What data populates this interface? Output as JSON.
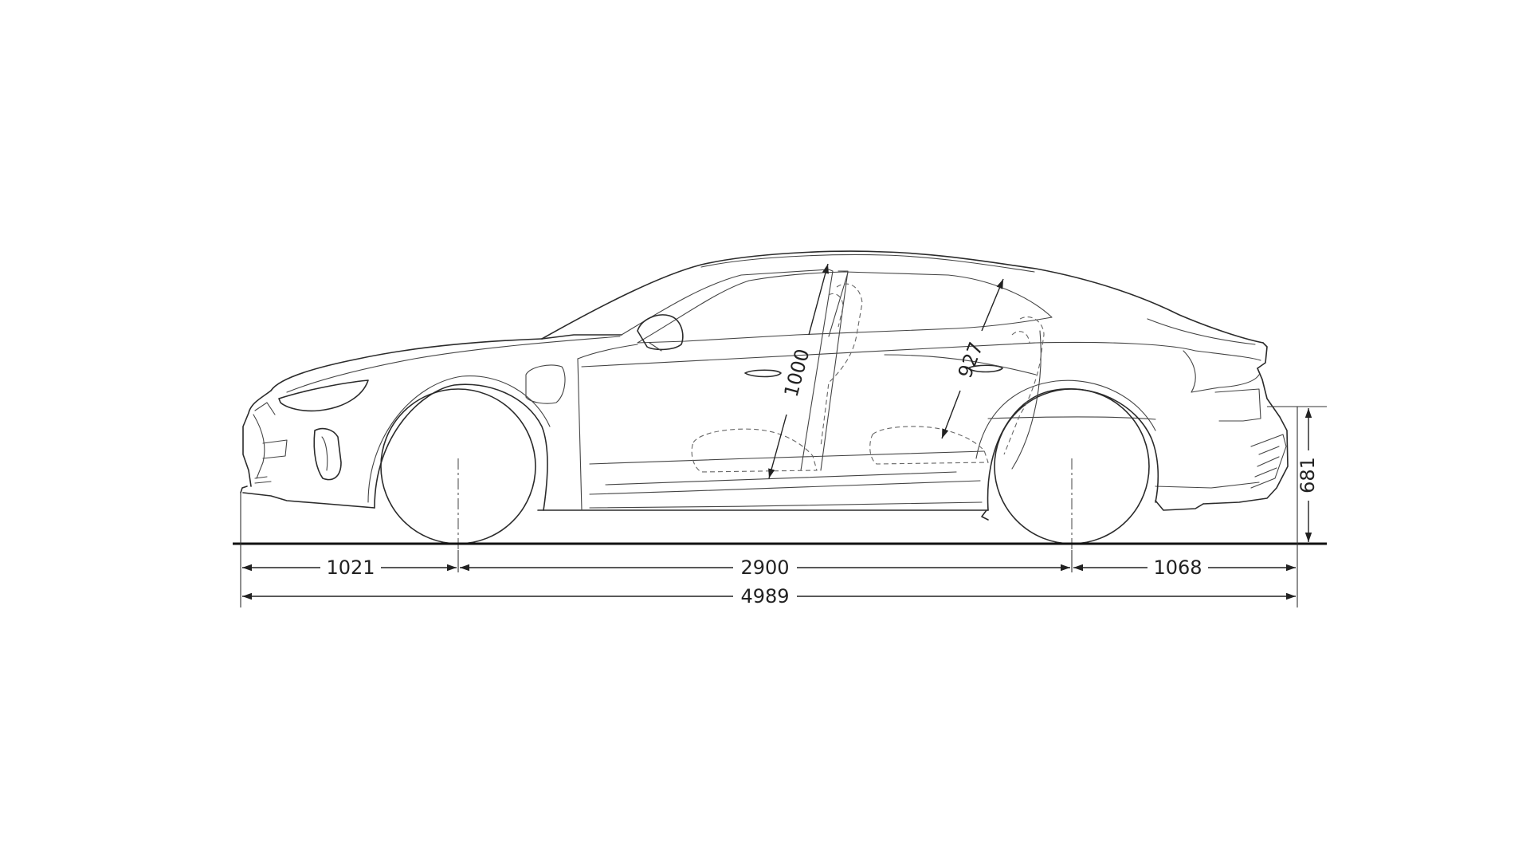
{
  "drawing": {
    "background_color": "#ffffff",
    "line_color": "#2b2b2b",
    "subject": "car-side-elevation"
  },
  "dimensions": {
    "front_overhang": "1021",
    "wheelbase": "2900",
    "rear_overhang": "1068",
    "overall_length": "4989",
    "front_headroom": "1000",
    "rear_headroom": "927",
    "rear_loading_height": "681"
  }
}
